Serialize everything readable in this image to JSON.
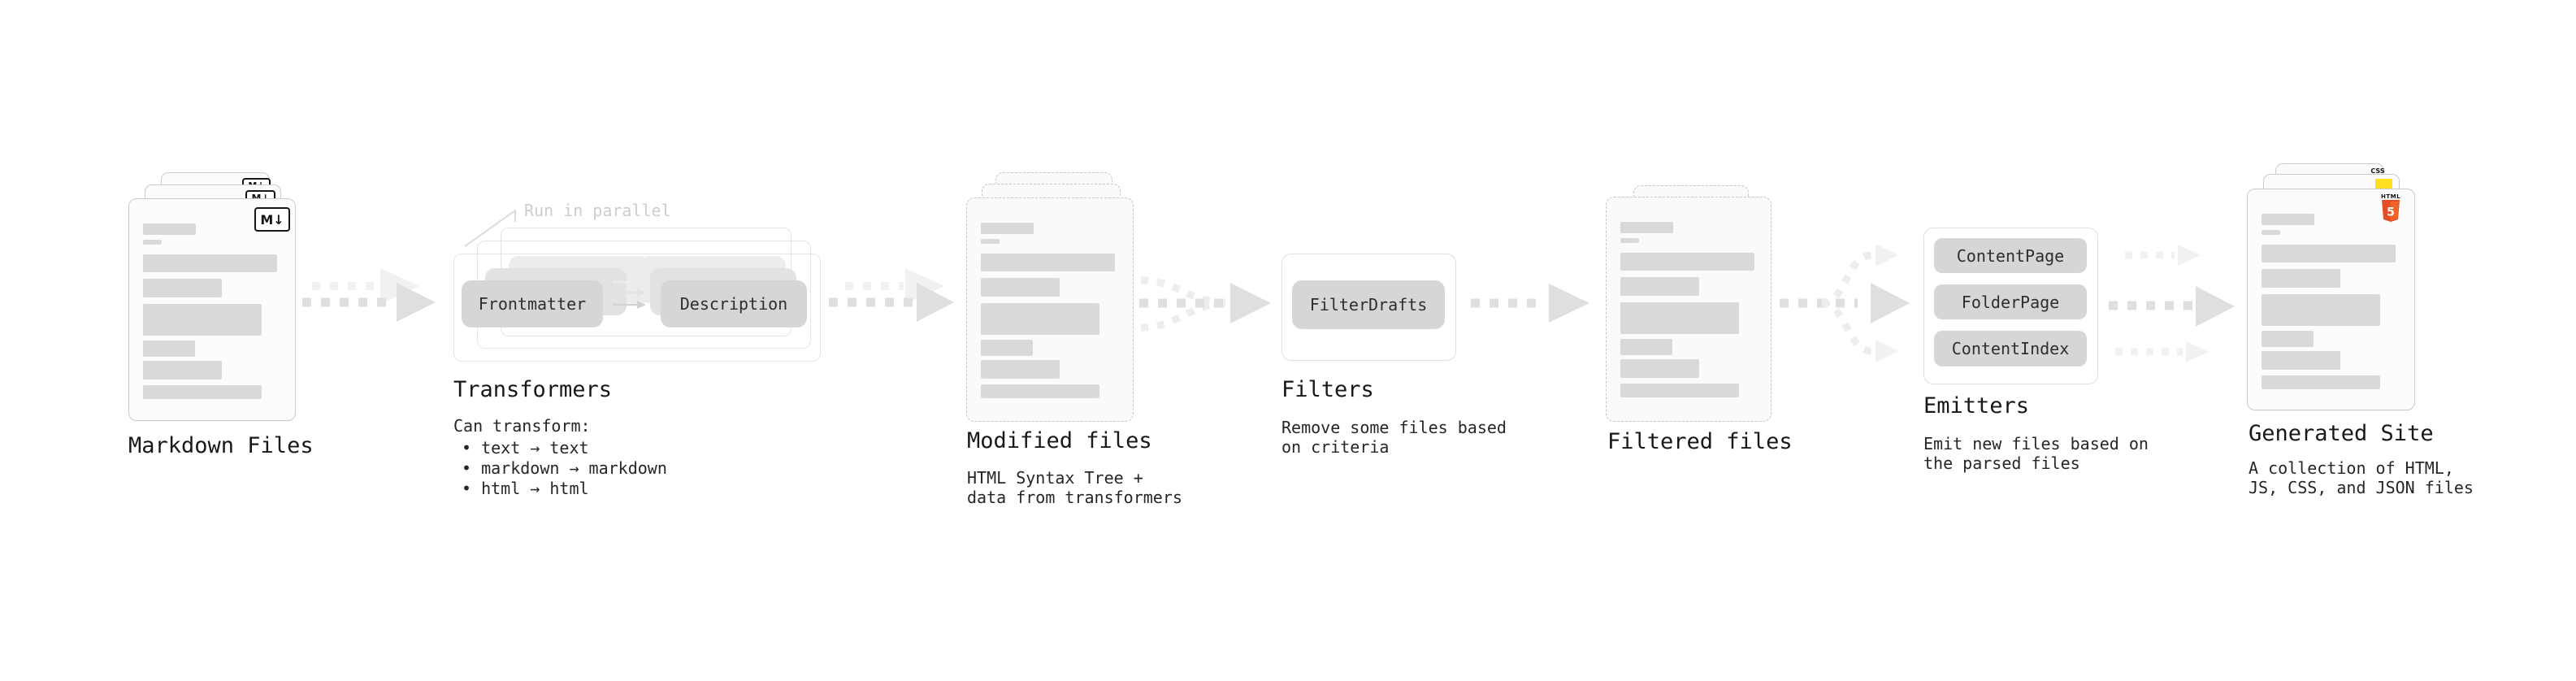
{
  "stages": {
    "markdown": {
      "label": "Markdown Files",
      "badge": "M↓"
    },
    "transformers": {
      "label": "Transformers",
      "annotation": "Run in parallel",
      "pill_frontmatter": "Frontmatter",
      "pill_description": "Description",
      "desc_title": "Can transform:",
      "desc_bullets": "• text → text\n• markdown → markdown\n• html → html"
    },
    "modified": {
      "label": "Modified files",
      "desc": "HTML Syntax Tree +\ndata from transformers"
    },
    "filters": {
      "label": "Filters",
      "pill": "FilterDrafts",
      "desc": "Remove some files based\non criteria"
    },
    "filtered": {
      "label": "Filtered files"
    },
    "emitters": {
      "label": "Emitters",
      "pill_1": "ContentPage",
      "pill_2": "FolderPage",
      "pill_3": "ContentIndex",
      "desc": "Emit new files based on\nthe parsed files"
    },
    "generated": {
      "label": "Generated Site",
      "desc": "A collection of HTML,\nJS, CSS, and JSON files",
      "badge_css": "CSS",
      "badge_html": "HTML",
      "badge_html_num": "5"
    }
  },
  "colors": {
    "background": "#ffffff",
    "bar_gray": "#d9d9d9",
    "pill_gray": "#d6d6d6",
    "arrow_gray": "#dfdfdf",
    "arrow_light": "#f1f1f1",
    "annotation_gray": "#cdcdcd",
    "html5_orange": "#e44d26",
    "html5_orange_light": "#f16529",
    "js_yellow": "#ffdf1e",
    "css_blue": "#2965f1"
  }
}
